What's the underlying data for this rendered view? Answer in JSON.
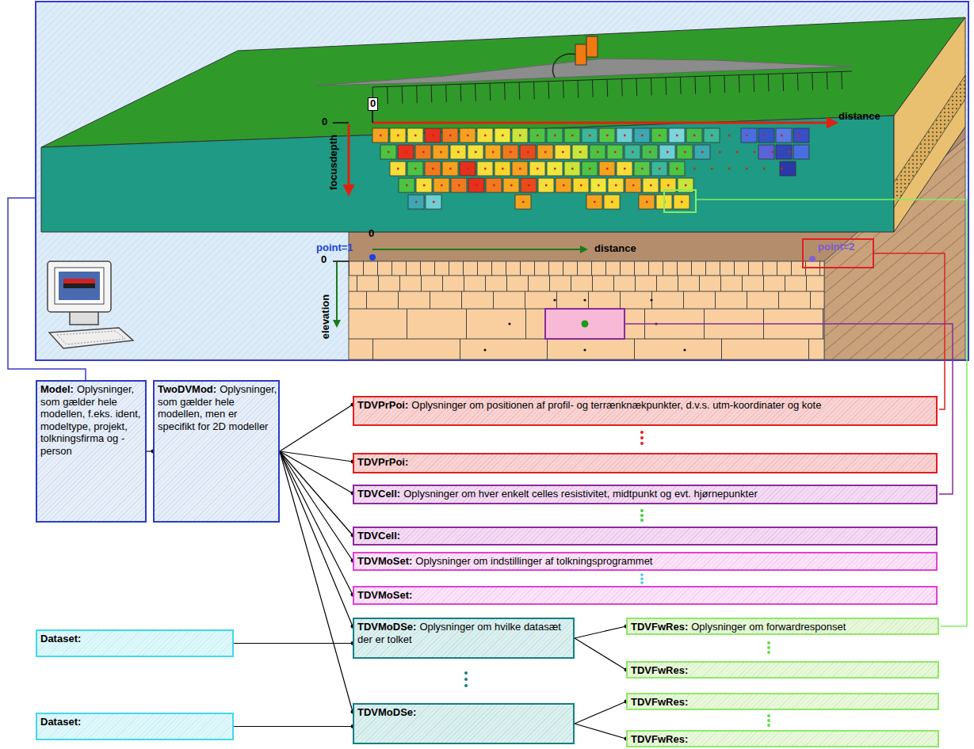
{
  "diagram": {
    "nodes": [
      {
        "text": [
          "Model:",
          "Oplysninger, som gælder hele modellen, f.eks. ident, modeltype, projekt, tolkningsfirma og -person"
        ]
      },
      {
        "text": [
          "TwoDVMod:",
          "Oplysninger, som gælder hele modellen, men er specifikt for 2D modeller"
        ]
      },
      {
        "text": [
          "TDVPrPoi:",
          "Oplysninger om positionen af profil- og terrænknækpunkter, d.v.s. utm-koordinater og kote"
        ]
      },
      {
        "text": [
          "TDVPrPoi:"
        ]
      },
      {
        "text": [
          "TDVCell:",
          "Oplysninger om hver enkelt celles resistivitet, midtpunkt og evt. hjørnepunkter"
        ]
      },
      {
        "text": [
          "TDVCell:"
        ]
      },
      {
        "text": [
          "TDVMoSet:",
          "Oplysninger om indstillinger af tolkningsprogrammet"
        ]
      },
      {
        "text": [
          "TDVMoSet:"
        ]
      },
      {
        "text": [
          "Dataset:"
        ]
      },
      {
        "text": [
          "TDVMoDSe:",
          "Oplysninger om hvilke datasæt der er tolket"
        ]
      },
      {
        "text": [
          "TDVFwRes:",
          "Oplysninger om forwardresponset"
        ]
      },
      {
        "text": [
          "TDVFwRes:"
        ]
      },
      {
        "text": [
          "Dataset:"
        ]
      },
      {
        "text": [
          "TDVMoDSe:"
        ]
      },
      {
        "text": [
          "TDVFwRes:"
        ]
      },
      {
        "text": [
          "TDVFwRes:"
        ]
      }
    ],
    "edges": [
      {
        "from": 0,
        "to": 1,
        "arrow": "none"
      },
      {
        "from": 1,
        "to": 2,
        "arrow": "none"
      },
      {
        "from": 1,
        "to": 3,
        "arrow": "none"
      },
      {
        "from": 1,
        "to": 4,
        "arrow": "none"
      },
      {
        "from": 1,
        "to": 5,
        "arrow": "none"
      },
      {
        "from": 1,
        "to": 6,
        "arrow": "none"
      },
      {
        "from": 1,
        "to": 7,
        "arrow": "none"
      },
      {
        "from": 1,
        "to": 9,
        "arrow": "none"
      },
      {
        "from": 1,
        "to": 13,
        "arrow": "none"
      },
      {
        "from": 8,
        "to": 9,
        "arrow": "none"
      },
      {
        "from": 12,
        "to": 13,
        "arrow": "none"
      },
      {
        "from": 9,
        "to": 10,
        "arrow": "none"
      },
      {
        "from": 9,
        "to": 11,
        "arrow": "none"
      },
      {
        "from": 13,
        "to": 14,
        "arrow": "none"
      },
      {
        "from": 13,
        "to": 15,
        "arrow": "none"
      }
    ],
    "labels": [
      "0",
      "0",
      "distance",
      "focusdepth",
      "point=1",
      "0",
      "distance",
      "point=2",
      "0",
      "elevation"
    ]
  }
}
